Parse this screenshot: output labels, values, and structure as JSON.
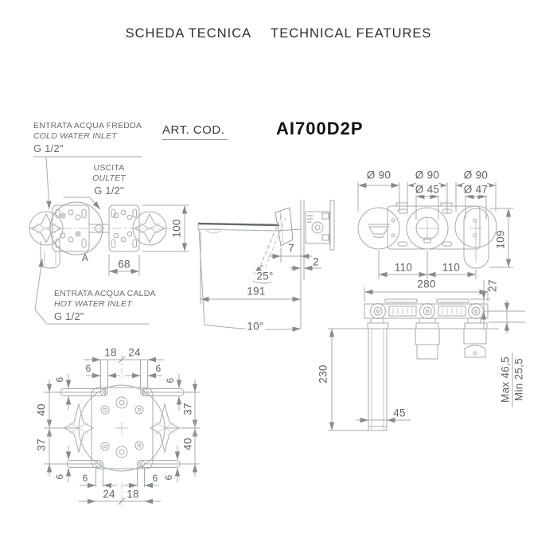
{
  "header": {
    "title_left": "SCHEDA TECNICA",
    "title_right": "TECHNICAL FEATURES",
    "art_label": "ART. COD.",
    "art_code": "AI700D2P"
  },
  "labels": {
    "cold": {
      "l1": "ENTRATA ACQUA FREDDA",
      "l2": "COLD WATER INLET",
      "l3": "G 1/2\""
    },
    "outlet": {
      "l1": "USCITA",
      "l2": "OULTET",
      "l3": "G 1/2\""
    },
    "hot": {
      "l1": "ENTRATA ACQUA CALDA",
      "l2": "HOT WATER INLET",
      "l3": "G 1/2\""
    }
  },
  "front": {
    "height": "100",
    "width": "68",
    "detail": "A"
  },
  "side": {
    "gap": "7",
    "plate": "2",
    "angle": "25°",
    "reach": "191",
    "tilt": "10°"
  },
  "trim": {
    "d1": "Ø 90",
    "d2": "Ø 90",
    "d2i": "Ø 45",
    "d3": "Ø 90",
    "d3i": "Ø 47",
    "handle": "109",
    "cc1": "110",
    "cc2": "110"
  },
  "top": {
    "width": "280",
    "depth": "27",
    "spout": "230",
    "spout_w": "45",
    "max": "Max 46,5",
    "min": "Min 25,5"
  },
  "detail": {
    "t1": "18",
    "t2": "24",
    "b1": "24",
    "b2": "18",
    "pin": "6",
    "lt": "40",
    "lb": "37",
    "rt": "37",
    "rb": "40"
  }
}
